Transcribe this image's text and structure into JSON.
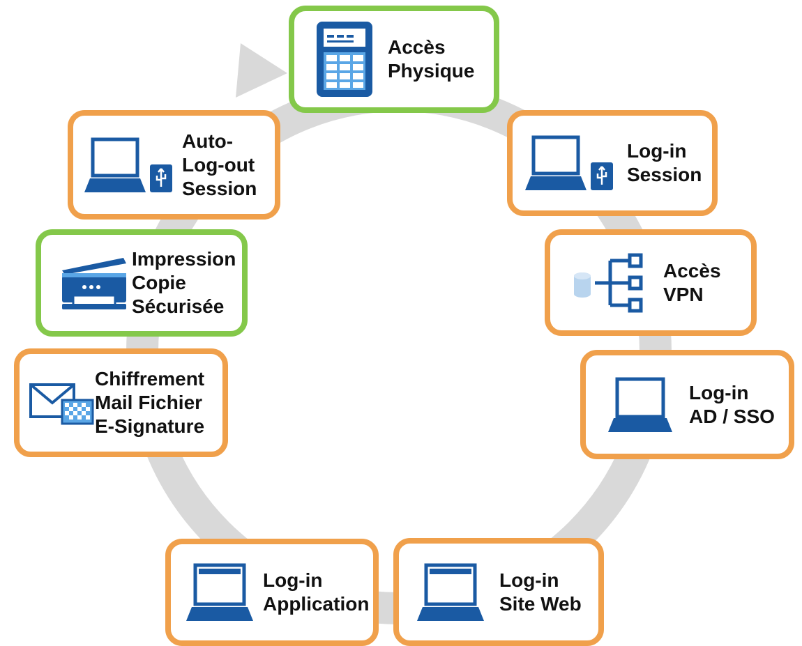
{
  "colors": {
    "ring": "#d9d9d9",
    "orange_border": "#f0a04b",
    "green_border": "#84c84a",
    "icon_blue": "#1a5aa3",
    "icon_light_blue": "#5aa6e6"
  },
  "nodes": {
    "acces_physique": {
      "line1": "Accès",
      "line2": "Physique",
      "icon": "keypad-icon",
      "border": "green"
    },
    "login_session": {
      "line1": "Log-in",
      "line2": "Session",
      "icon": "laptop-usb-icon",
      "border": "orange"
    },
    "acces_vpn": {
      "line1": "Accès",
      "line2": "VPN",
      "icon": "network-tree-icon",
      "border": "orange"
    },
    "login_ad_sso": {
      "line1": "Log-in",
      "line2": "AD / SSO",
      "icon": "laptop-icon",
      "border": "orange"
    },
    "login_site_web": {
      "line1": "Log-in",
      "line2": "Site Web",
      "icon": "laptop-icon",
      "border": "orange"
    },
    "login_application": {
      "line1": "Log-in",
      "line2": "Application",
      "icon": "laptop-icon",
      "border": "orange"
    },
    "chiffrement": {
      "line1": "Chiffrement",
      "line2": "Mail Fichier",
      "line3": "E-Signature",
      "icon": "envelope-encrypted-icon",
      "border": "orange"
    },
    "impression": {
      "line1": "Impression",
      "line2": "Copie",
      "line3": "Sécurisée",
      "icon": "printer-icon",
      "border": "green"
    },
    "auto_logout": {
      "line1": "Auto-",
      "line2": "Log-out",
      "line3": "Session",
      "icon": "laptop-usb-icon",
      "border": "orange"
    }
  }
}
